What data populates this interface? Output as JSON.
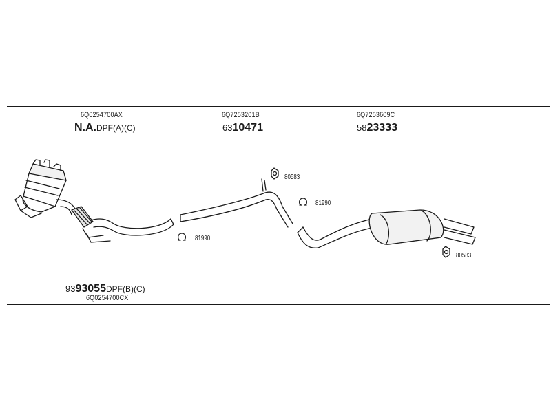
{
  "parts": [
    {
      "oe": "6Q0254700AX",
      "prefix": "",
      "bold": "N.A.",
      "suffix": "DPF(A)(C)"
    },
    {
      "oe": "6Q7253201B",
      "prefix": "63",
      "bold": "10471",
      "suffix": ""
    },
    {
      "oe": "6Q7253609C",
      "prefix": "58",
      "bold": "23333",
      "suffix": ""
    },
    {
      "oe": "6Q0254700CX",
      "prefix": "93",
      "bold": "93055",
      "suffix": "DPF(B)(C)"
    }
  ],
  "fittings": [
    {
      "label": "80583",
      "icon": "clamp-icon"
    },
    {
      "label": "81990",
      "icon": "hanger-ring-icon"
    },
    {
      "label": "81990",
      "icon": "hanger-ring-icon"
    },
    {
      "label": "80583",
      "icon": "clamp-icon"
    }
  ]
}
